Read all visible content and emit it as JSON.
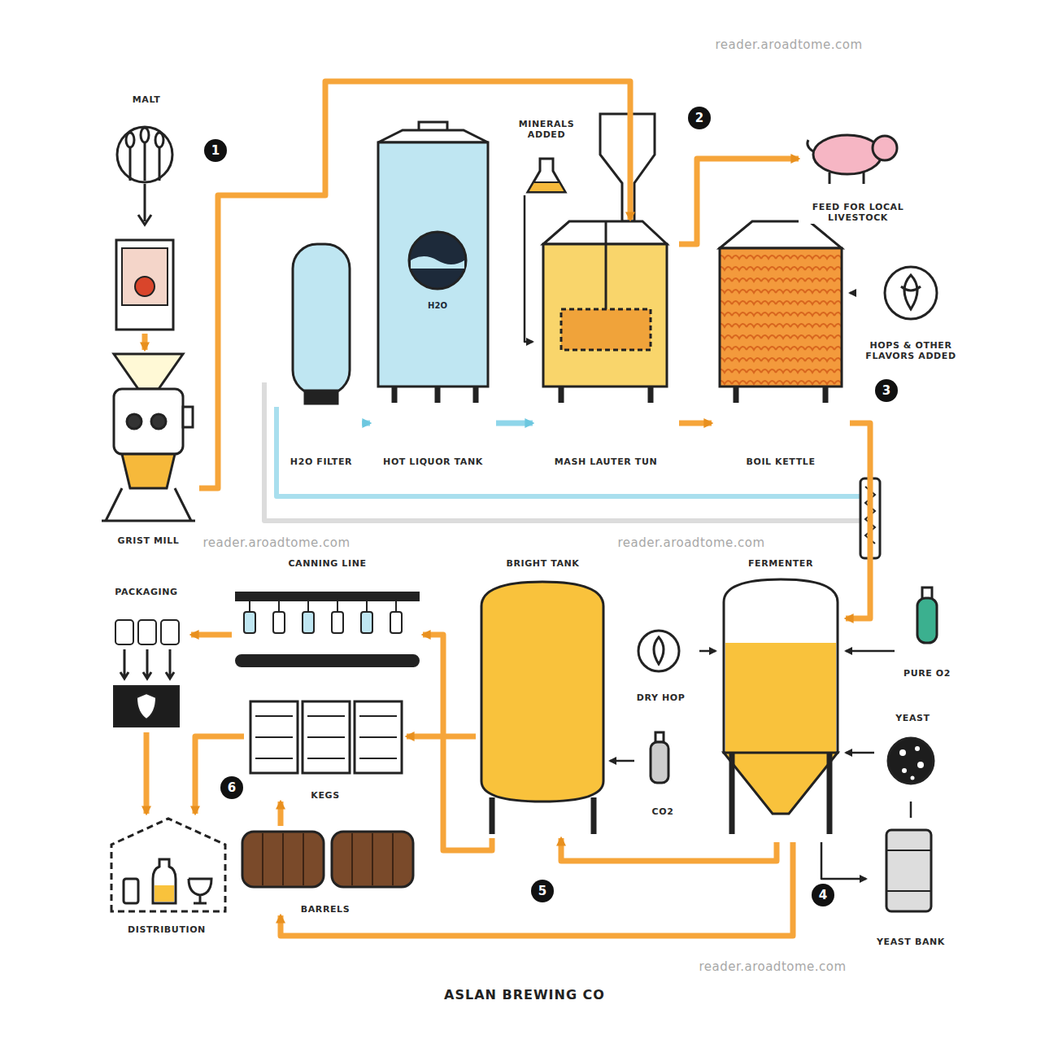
{
  "diagram": {
    "title": "ASLAN BREWING CO",
    "nodes": [
      {
        "text": [
          "MALT"
        ]
      },
      {
        "text": [
          "GRIST MILL"
        ]
      },
      {
        "text": [
          "H2O FILTER"
        ]
      },
      {
        "text": [
          "HOT LIQUOR TANK"
        ]
      },
      {
        "text": [
          "MINERALS ADDED"
        ]
      },
      {
        "text": [
          "MASH LAUTER TUN"
        ]
      },
      {
        "text": [
          "FEED FOR LOCAL LIVESTOCK"
        ]
      },
      {
        "text": [
          "BOIL KETTLE"
        ]
      },
      {
        "text": [
          "HOPS & OTHER FLAVORS ADDED"
        ]
      },
      {
        "text": [
          "PURE O2"
        ]
      },
      {
        "text": [
          "FERMENTER"
        ]
      },
      {
        "text": [
          "YEAST"
        ]
      },
      {
        "text": [
          "YEAST BANK"
        ]
      },
      {
        "text": [
          "DRY HOP"
        ]
      },
      {
        "text": [
          "CO2"
        ]
      },
      {
        "text": [
          "BRIGHT TANK"
        ]
      },
      {
        "text": [
          "CANNING LINE"
        ]
      },
      {
        "text": [
          "PACKAGING"
        ]
      },
      {
        "text": [
          "KEGS"
        ]
      },
      {
        "text": [
          "BARRELS"
        ]
      },
      {
        "text": [
          "DISTRIBUTION"
        ]
      }
    ],
    "edges": [
      {
        "from": 0,
        "to": 1,
        "arrow": "to"
      },
      {
        "from": 1,
        "to": 5,
        "arrow": "to"
      },
      {
        "from": 2,
        "to": 3,
        "arrow": "to"
      },
      {
        "from": 3,
        "to": 5,
        "arrow": "to"
      },
      {
        "from": 4,
        "to": 5,
        "arrow": "to"
      },
      {
        "from": 5,
        "to": 6,
        "arrow": "to"
      },
      {
        "from": 5,
        "to": 7,
        "arrow": "to"
      },
      {
        "from": 8,
        "to": 7,
        "arrow": "to"
      },
      {
        "from": 7,
        "to": 10,
        "arrow": "to"
      },
      {
        "from": 9,
        "to": 10,
        "arrow": "to"
      },
      {
        "from": 13,
        "to": 10,
        "arrow": "to"
      },
      {
        "from": 11,
        "to": 10,
        "arrow": "to"
      },
      {
        "from": 10,
        "to": 12,
        "arrow": "to"
      },
      {
        "from": 11,
        "to": 12,
        "arrow": "none"
      },
      {
        "from": 10,
        "to": 15,
        "arrow": "to"
      },
      {
        "from": 10,
        "to": 19,
        "arrow": "to"
      },
      {
        "from": 14,
        "to": 15,
        "arrow": "to"
      },
      {
        "from": 15,
        "to": 16,
        "arrow": "to"
      },
      {
        "from": 15,
        "to": 18,
        "arrow": "to"
      },
      {
        "from": 19,
        "to": 18,
        "arrow": "to"
      },
      {
        "from": 16,
        "to": 17,
        "arrow": "to"
      },
      {
        "from": 17,
        "to": 20,
        "arrow": "to"
      },
      {
        "from": 18,
        "to": 20,
        "arrow": "to"
      }
    ],
    "labels": [
      "H2O",
      "1",
      "2",
      "3",
      "4",
      "5",
      "6",
      "reader.aroadtome.com",
      "reader.aroadtome.com",
      "reader.aroadtome.com",
      "reader.aroadtome.com"
    ]
  }
}
